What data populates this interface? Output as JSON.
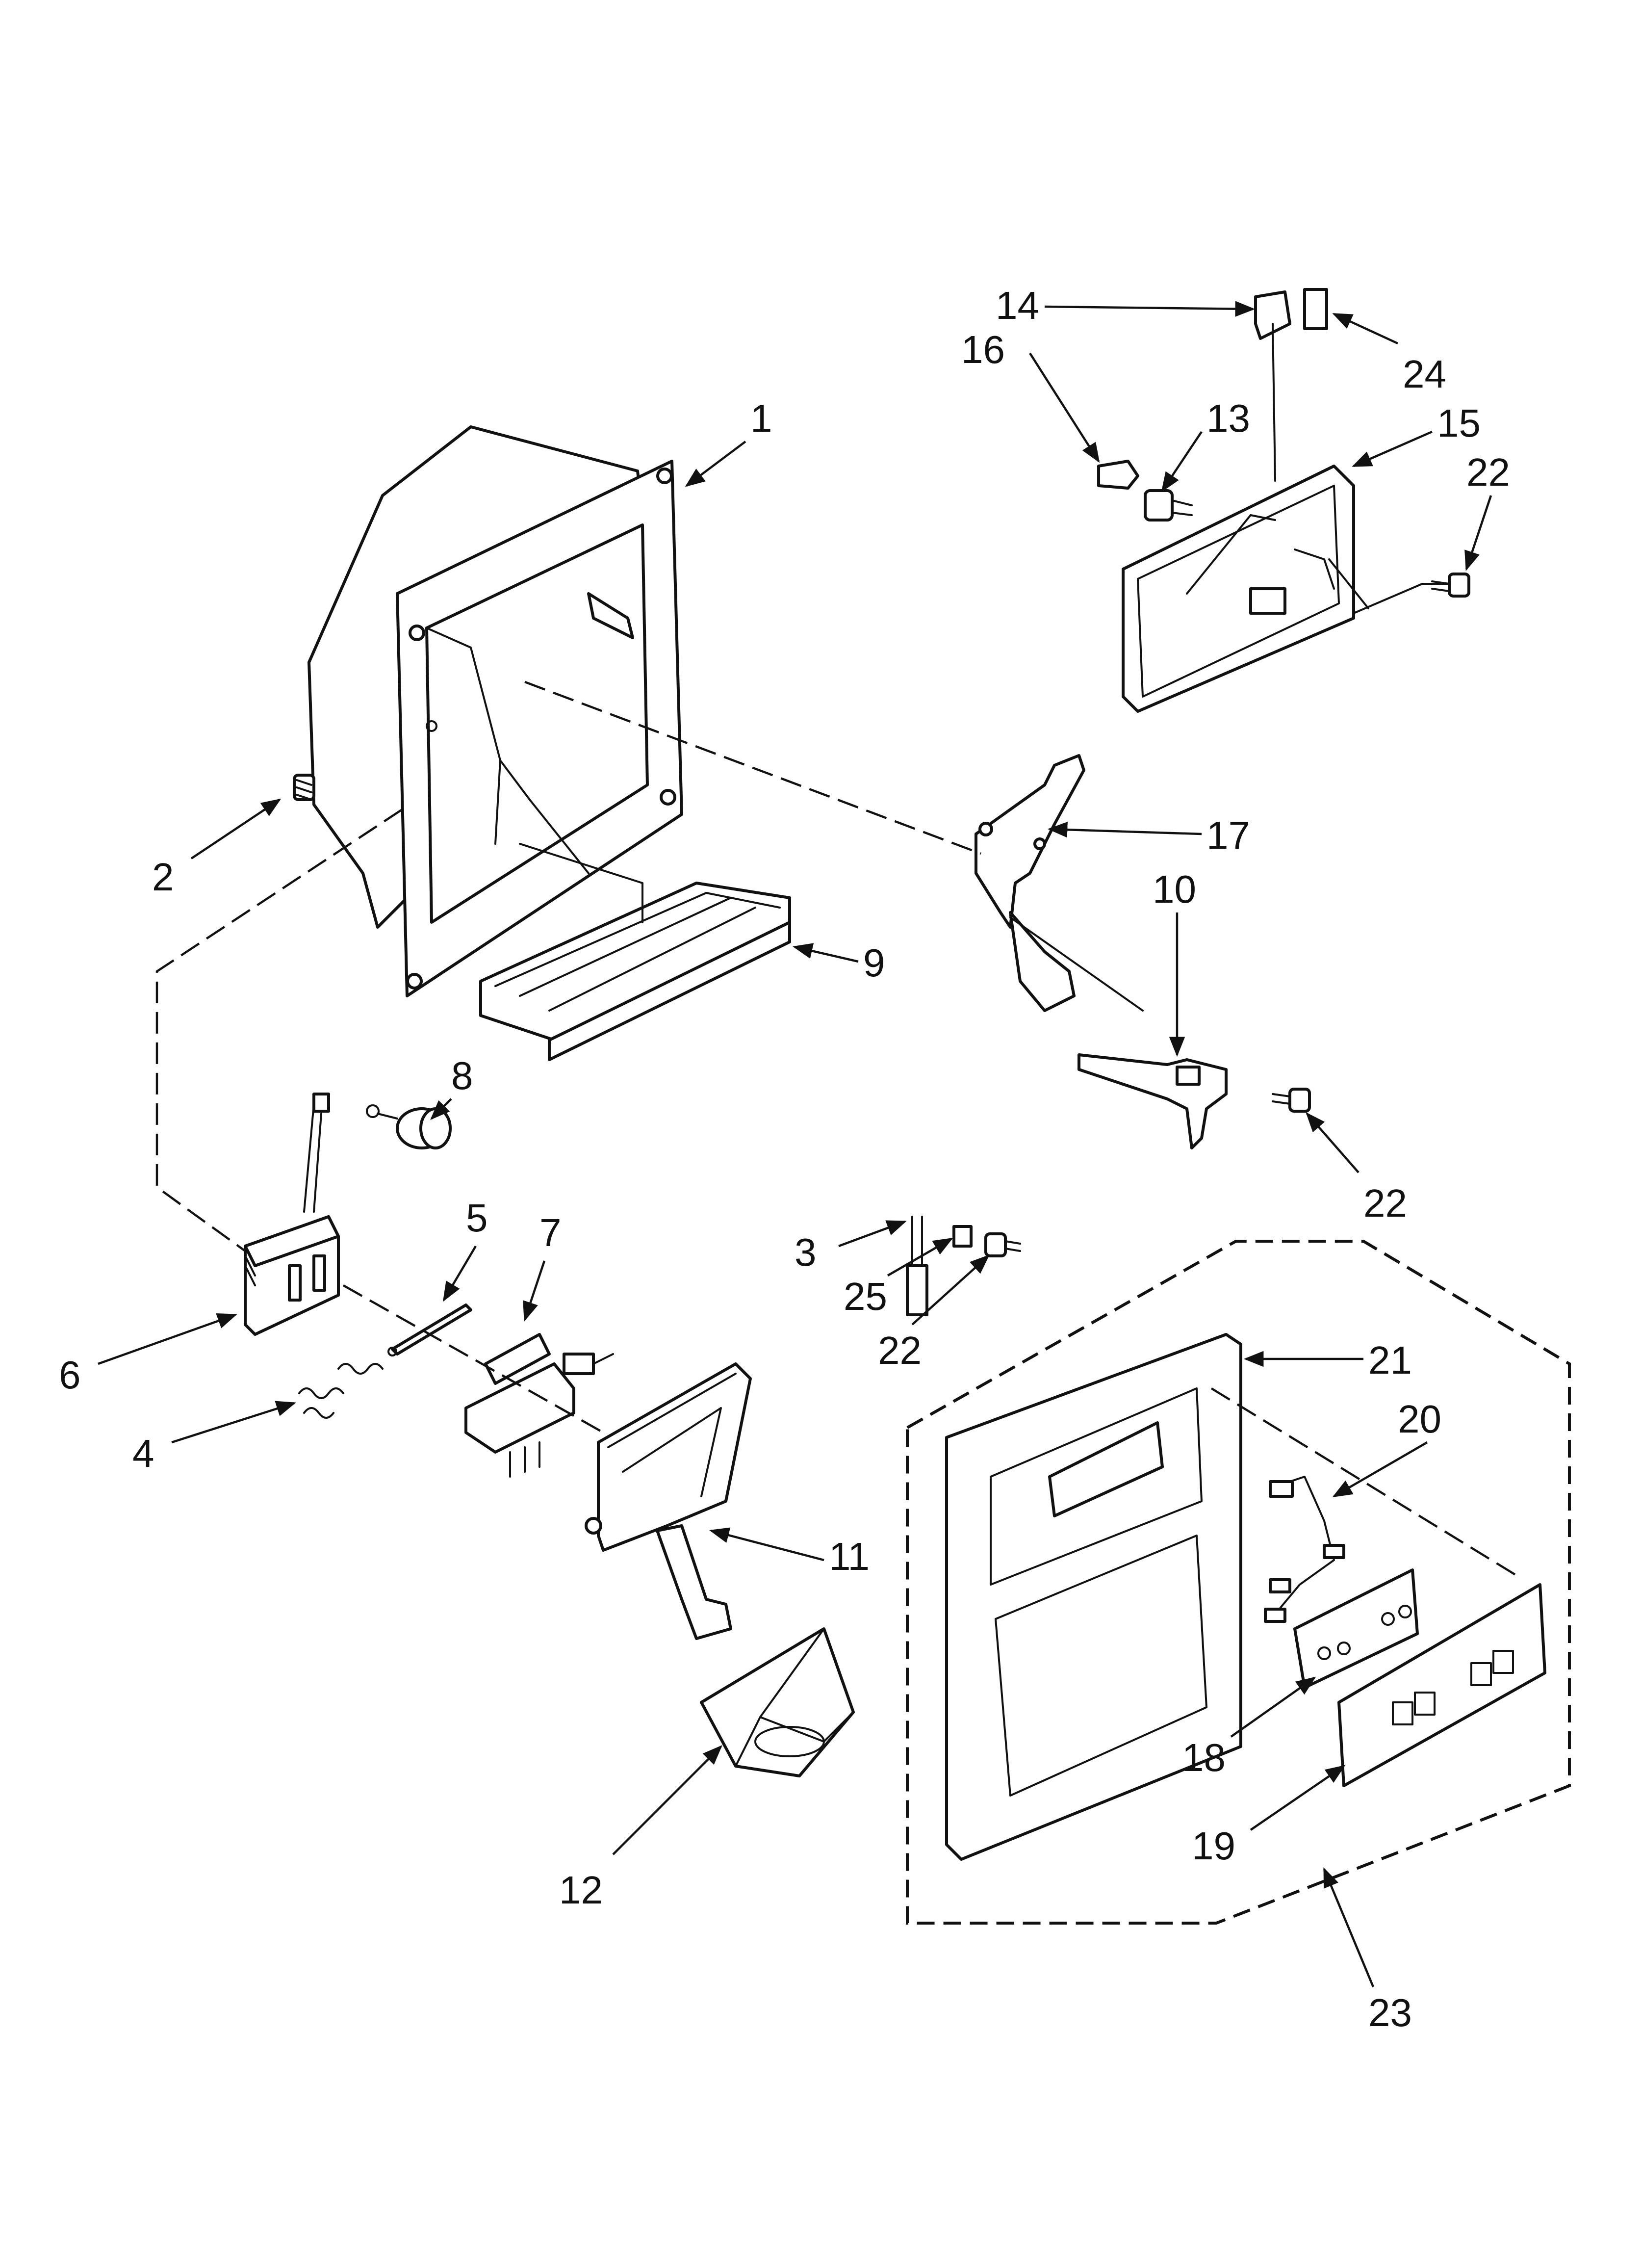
{
  "callouts": [
    {
      "id": "1",
      "label": "1"
    },
    {
      "id": "2",
      "label": "2"
    },
    {
      "id": "3",
      "label": "3"
    },
    {
      "id": "4",
      "label": "4"
    },
    {
      "id": "5",
      "label": "5"
    },
    {
      "id": "6",
      "label": "6"
    },
    {
      "id": "7",
      "label": "7"
    },
    {
      "id": "8",
      "label": "8"
    },
    {
      "id": "9",
      "label": "9"
    },
    {
      "id": "10",
      "label": "10"
    },
    {
      "id": "11",
      "label": "11"
    },
    {
      "id": "12",
      "label": "12"
    },
    {
      "id": "13",
      "label": "13"
    },
    {
      "id": "14",
      "label": "14"
    },
    {
      "id": "15",
      "label": "15"
    },
    {
      "id": "16",
      "label": "16"
    },
    {
      "id": "17",
      "label": "17"
    },
    {
      "id": "18",
      "label": "18"
    },
    {
      "id": "19",
      "label": "19"
    },
    {
      "id": "20",
      "label": "20"
    },
    {
      "id": "21",
      "label": "21"
    },
    {
      "id": "22a",
      "label": "22"
    },
    {
      "id": "22b",
      "label": "22"
    },
    {
      "id": "22c",
      "label": "22"
    },
    {
      "id": "23",
      "label": "23"
    },
    {
      "id": "24",
      "label": "24"
    },
    {
      "id": "25",
      "label": "25"
    }
  ],
  "colors": {
    "ink": "#111111",
    "paper": "#ffffff"
  }
}
